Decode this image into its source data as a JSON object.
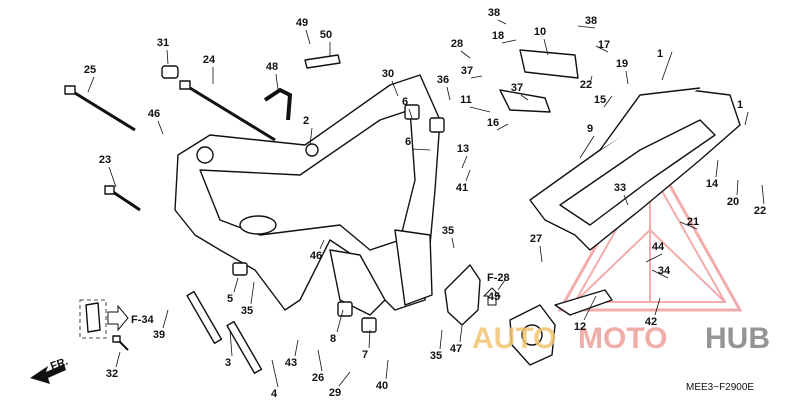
{
  "diagram": {
    "code": "MEE3−F2900E",
    "direction_label": "FR.",
    "references": [
      "F-34",
      "F-28"
    ],
    "callouts": [
      "1",
      "1",
      "2",
      "3",
      "4",
      "5",
      "6",
      "6",
      "7",
      "8",
      "9",
      "10",
      "11",
      "12",
      "13",
      "14",
      "15",
      "16",
      "17",
      "18",
      "19",
      "20",
      "21",
      "22",
      "22",
      "23",
      "24",
      "25",
      "26",
      "27",
      "28",
      "29",
      "30",
      "31",
      "32",
      "33",
      "34",
      "35",
      "35",
      "35",
      "36",
      "37",
      "37",
      "38",
      "38",
      "39",
      "40",
      "41",
      "42",
      "43",
      "44",
      "45",
      "46",
      "46",
      "47",
      "48",
      "49",
      "50"
    ]
  },
  "watermark": {
    "part1": "AUTO",
    "part2": "MOTO",
    "part3": "HUB",
    "colors": {
      "auto": "#f2c572",
      "moto": "#f0a6a0",
      "hub": "#8a8a8a",
      "triangle": "#e96a6a"
    }
  }
}
